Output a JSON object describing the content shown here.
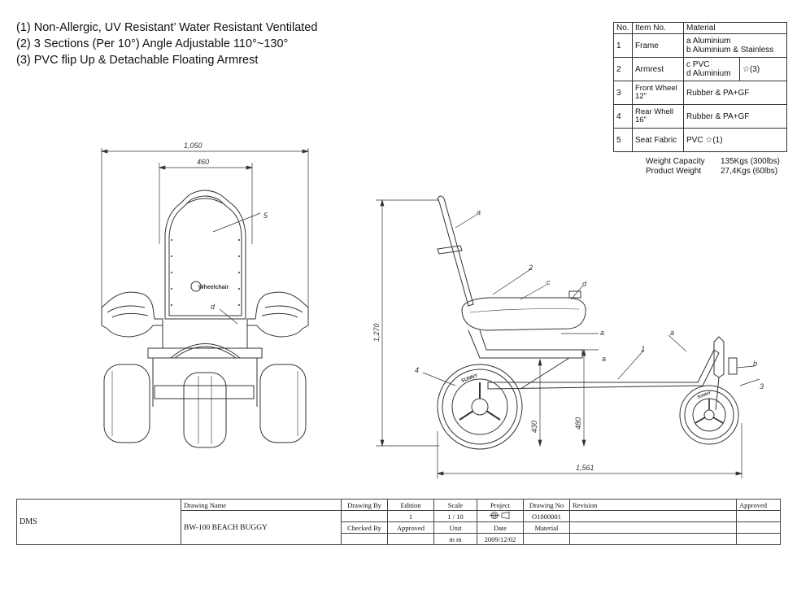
{
  "features": [
    "(1) Non-Allergic, UV Resistant’ Water Resistant Ventilated",
    "(2) 3 Sections (Per 10°) Angle Adjustable 110°~130°",
    "(3) PVC flip Up & Detachable Floating Armrest"
  ],
  "spec_table": {
    "headers": [
      "No.",
      "Item No.",
      "Material"
    ],
    "rows": [
      {
        "no": "1",
        "item": "Frame",
        "mat1": "a  Aluminium",
        "mat2": "b  Aluminium & Stainless",
        "note": ""
      },
      {
        "no": "2",
        "item": "Armrest",
        "mat1": "c  PVC",
        "mat2": "d  Aluminium",
        "note": "☆(3)"
      },
      {
        "no": "3",
        "item": "Front Wheel 12\"",
        "mat1": "Rubber & PA+GF",
        "mat2": "",
        "note": ""
      },
      {
        "no": "4",
        "item": "Rear Whell 16\"",
        "mat1": "Rubber & PA+GF",
        "mat2": "",
        "note": ""
      },
      {
        "no": "5",
        "item": "Seat Fabric",
        "mat1": "PVC   ☆(1)",
        "mat2": "",
        "note": ""
      }
    ]
  },
  "weights": {
    "capacity_label": "Weight Capacity",
    "capacity_value": "135Kgs (300lbs)",
    "product_label": "Product Weight",
    "product_value": "27,4Kgs (60lbs)"
  },
  "dimensions": {
    "front_width": "1,050",
    "seat_width": "460",
    "height": "1,270",
    "seat_height": "430",
    "arm_height": "480",
    "length": "1,561"
  },
  "callouts": {
    "seat": "5",
    "armrest": "2",
    "frame": "1",
    "front_wheel": "3",
    "rear_wheel": "4",
    "a": "a",
    "b": "b",
    "c": "c",
    "d": "d"
  },
  "logo_text": "Wheelchair",
  "wheel_brand": "SUNNY",
  "title_block": {
    "company": "DMS",
    "drawing_name_label": "Drawing Name",
    "drawing_name": "BW-100 BEACH BUGGY",
    "drawing_by_label": "Drawing By",
    "checked_by_label": "Checked By",
    "edition_label": "Edition",
    "edition": "1",
    "approved_small": "Approved",
    "scale_label": "Scale",
    "scale": "1 / 10",
    "unit_label": "Unit",
    "unit": "m m",
    "project_label": "Project",
    "date_label": "Date",
    "date": "2009/12/02",
    "drawing_no_label": "Drawing No",
    "drawing_no": "O1000001",
    "material_label": "Material",
    "revision_label": "Revision",
    "approved_label": "Approved"
  }
}
